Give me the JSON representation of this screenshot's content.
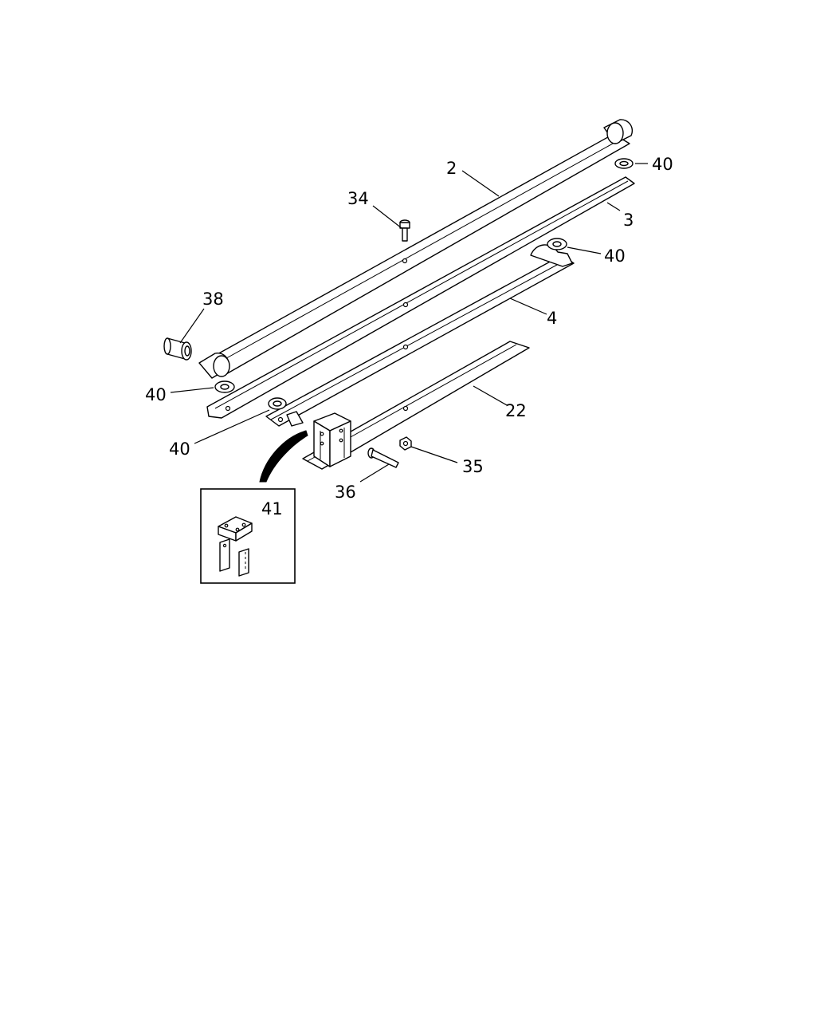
{
  "callouts": {
    "c2": "2",
    "c3": "3",
    "c4": "4",
    "c22": "22",
    "c34": "34",
    "c35": "35",
    "c36": "36",
    "c38": "38",
    "c40a": "40",
    "c40b": "40",
    "c40c": "40",
    "c40d": "40",
    "c41": "41"
  }
}
